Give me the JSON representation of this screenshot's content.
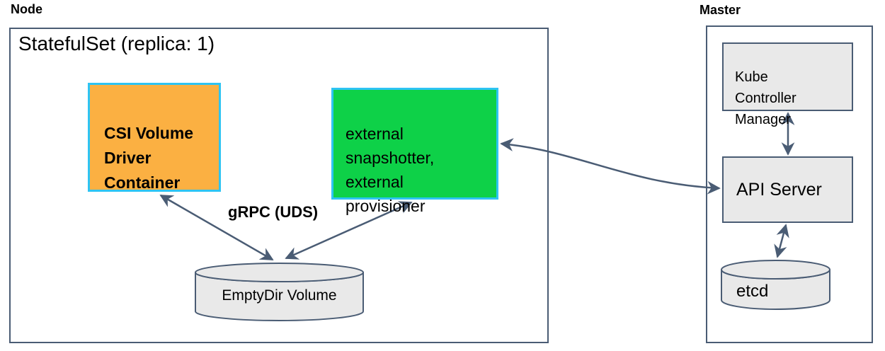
{
  "node_section": {
    "label": "Node",
    "statefulset_title": "StatefulSet (replica: 1)",
    "csi_driver_container": "CSI Volume\nDriver\nContainer",
    "external_sidecars": "external\nsnapshotter,\nexternal\nprovisioner",
    "grpc_label": "gRPC (UDS)",
    "emptydir_volume": "EmptyDir Volume"
  },
  "master_section": {
    "label": "Master",
    "kube_controller_manager": "Kube\nController\nManager",
    "api_server": "API Server",
    "etcd": "etcd"
  },
  "colors": {
    "csi_driver_fill": "#FBB042",
    "sidecar_fill": "#0ED148",
    "highlight_border": "#2EC4F3",
    "outline_and_arrows": "#4A5C74",
    "gray_fill": "#E9E9E9"
  },
  "connections": [
    {
      "from": "csi-volume-driver-container",
      "to": "emptydir-volume",
      "type": "bidirectional",
      "label": "gRPC (UDS)"
    },
    {
      "from": "external-snapshotter-provisioner",
      "to": "emptydir-volume",
      "type": "bidirectional",
      "label": "gRPC (UDS)"
    },
    {
      "from": "external-snapshotter-provisioner",
      "to": "api-server",
      "type": "bidirectional-curved",
      "label": ""
    },
    {
      "from": "kube-controller-manager",
      "to": "api-server",
      "type": "bidirectional",
      "label": ""
    },
    {
      "from": "api-server",
      "to": "etcd",
      "type": "bidirectional",
      "label": ""
    }
  ]
}
